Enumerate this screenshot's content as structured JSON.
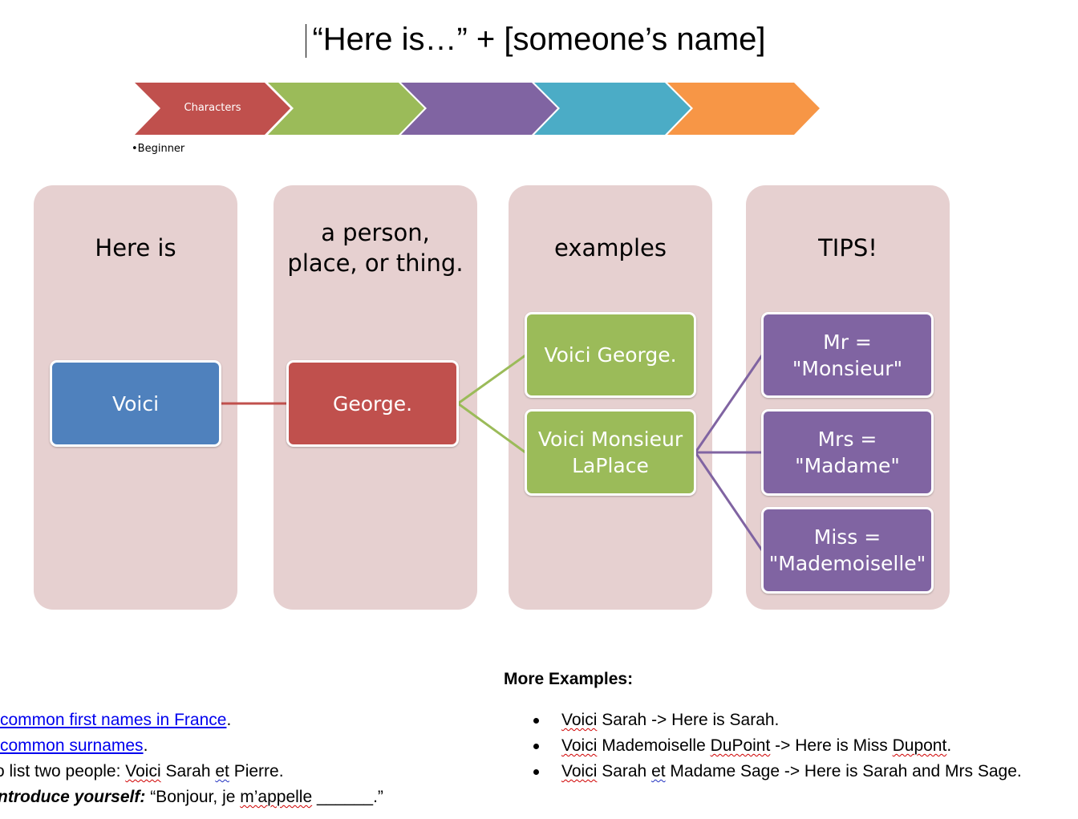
{
  "title": "“Here is…” + [someone’s name]",
  "chevrons": {
    "first_label": "Characters",
    "colors": [
      "#c0504d",
      "#9bbb59",
      "#8064a2",
      "#4bacc6",
      "#f79646"
    ],
    "sub_bullet": "Beginner"
  },
  "columns": [
    {
      "heading": "Here is"
    },
    {
      "heading": "a person,\nplace, or thing."
    },
    {
      "heading": "examples"
    },
    {
      "heading": "TIPS!"
    }
  ],
  "boxes": {
    "voici": "Voici",
    "george": "George.",
    "example1": "Voici George.",
    "example2": "Voici Monsieur\nLaPlace",
    "tip1": "Mr =\n\"Monsieur\"",
    "tip2": "Mrs =\n\"Madame\"",
    "tip3": "Miss =\n\"Mademoiselle\""
  },
  "more_examples": {
    "heading": "More Examples:",
    "items": [
      {
        "voici": "Voici",
        "rest": " Sarah -> Here is Sarah."
      },
      {
        "voici": "Voici",
        "a": " Mademoiselle ",
        "squig": "DuPoint",
        "b": " -> Here is Miss ",
        "squig2": "Dupont",
        "c": "."
      },
      {
        "voici": "Voici",
        "a": " Sarah ",
        "et": "et",
        "b": " Madame Sage -> Here is Sarah and Mrs Sage."
      }
    ]
  },
  "left_lines": {
    "link1": "common first names in France",
    "link2": "common surnames",
    "line3_pre": "o list two people: ",
    "line3_voici": "Voici",
    "line3_mid": " Sarah ",
    "line3_et": "et",
    "line3_post": " Pierre.",
    "line4_bold": "ntroduce yourself:",
    "line4_a": " “Bonjour, je ",
    "line4_squig": "m’appelle",
    "line4_b": " ______.”"
  },
  "colors": {
    "column_bg": "#e6d0d0",
    "blue": "#4f81bd",
    "red": "#c0504d",
    "green": "#9bbb59",
    "purple": "#8064a2"
  }
}
